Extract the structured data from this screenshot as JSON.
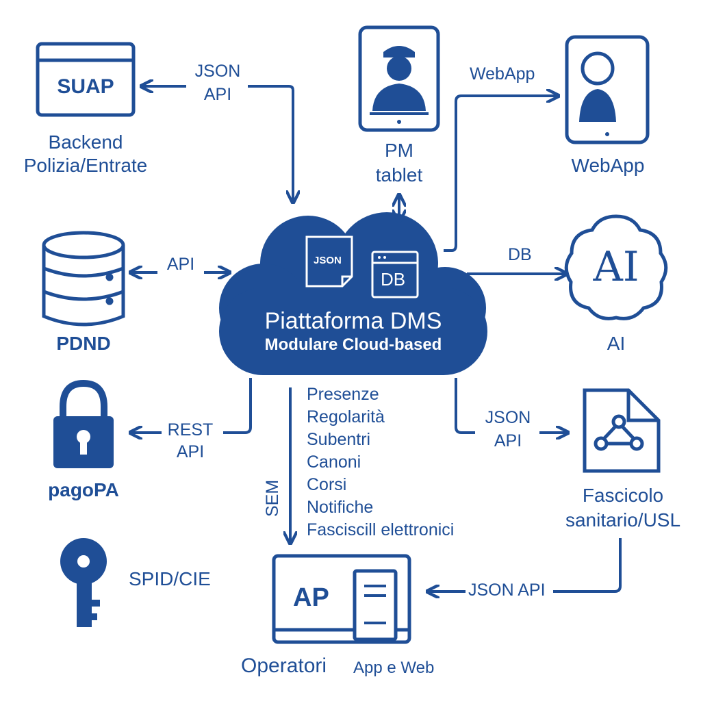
{
  "colors": {
    "primary": "#1f4e96",
    "background": "#ffffff"
  },
  "platform": {
    "title": "Piattaforma DMS",
    "subtitle": "Modulare Cloud-based",
    "json_badge": "JSON",
    "db_badge": "DB"
  },
  "nodes": {
    "suap": {
      "icon_text": "SUAP",
      "label_line1": "Backend",
      "label_line2": "Polizia/Entrate",
      "icon": "browser-window-icon"
    },
    "pm_tablet": {
      "label_line1": "PM",
      "label_line2": "tablet",
      "icon": "police-officer-tablet-icon"
    },
    "webapp": {
      "label": "WebApp",
      "icon": "user-tablet-icon"
    },
    "pdnd": {
      "label": "PDND",
      "icon": "database-icon"
    },
    "ai": {
      "icon_text": "AI",
      "label": "AI",
      "icon": "ai-brain-icon"
    },
    "pagopa": {
      "label": "pagoPA",
      "icon": "padlock-icon"
    },
    "fascicolo": {
      "label_line1": "Fascicolo",
      "label_line2": "sanitario/USL",
      "icon": "network-document-icon"
    },
    "spid": {
      "label": "SPID/CIE",
      "icon": "key-icon"
    },
    "operatori": {
      "icon_text": "AP",
      "label_main": "Operatori",
      "label_small": "App e Web",
      "icon": "monitor-server-icon"
    }
  },
  "edges": {
    "suap_json_line1": "JSON",
    "suap_json_line2": "API",
    "webapp": "WebApp",
    "pdnd_api": "API",
    "ai_db": "DB",
    "pagopa_rest_line1": "REST",
    "pagopa_rest_line2": "API",
    "fascicolo_json_line1": "JSON",
    "fascicolo_json_line2": "API",
    "operatori_json": "JSON API",
    "sem": "SEM"
  },
  "modules": [
    "Presenze",
    "Regolarità",
    "Subentri",
    "Canoni",
    "Corsi",
    "Notifiche",
    "Fasciscill elettronici"
  ]
}
